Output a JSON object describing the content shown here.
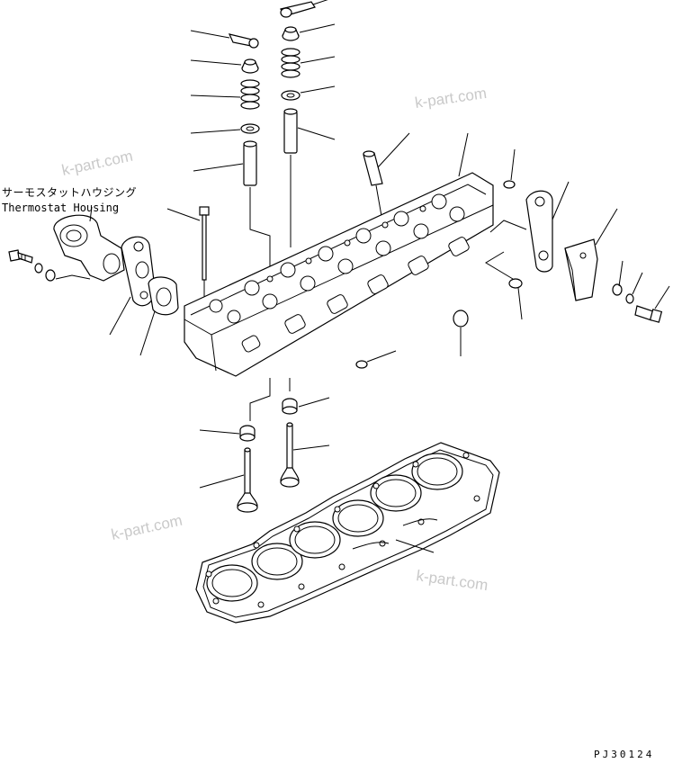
{
  "labels": {
    "thermostat_jp": "サーモスタットハウジング",
    "thermostat_en": "Thermostat Housing"
  },
  "watermarks": [
    "k-part.com",
    "k-part.com",
    "k-part.com",
    "k-part.com"
  ],
  "drawing_code": "PJ30124"
}
